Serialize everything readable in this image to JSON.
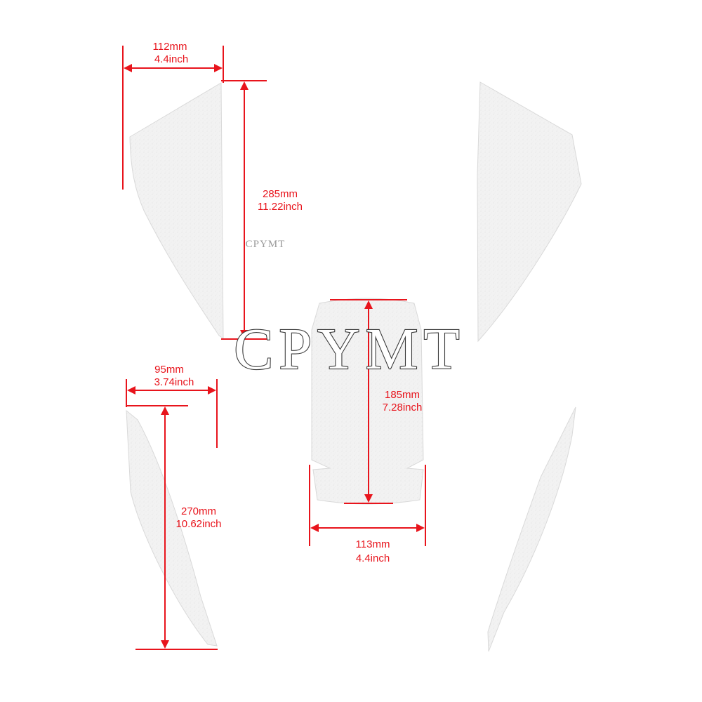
{
  "colors": {
    "dimension": "#e8141c",
    "pad_fill": "#f1f1f1",
    "pad_edge": "#d9d9d9",
    "watermark": "#3a3a3a",
    "background": "#ffffff"
  },
  "watermark": {
    "small": "CPYMT",
    "large": "CPYMT"
  },
  "dimensions": {
    "top_left_width": {
      "mm": "112mm",
      "inch": "4.4inch"
    },
    "top_left_height": {
      "mm": "285mm",
      "inch": "11.22inch"
    },
    "bottom_left_width": {
      "mm": "95mm",
      "inch": "3.74inch"
    },
    "bottom_left_height": {
      "mm": "270mm",
      "inch": "10.62inch"
    },
    "center_height": {
      "mm": "185mm",
      "inch": "7.28inch"
    },
    "center_width": {
      "mm": "113mm",
      "inch": "4.4inch"
    }
  },
  "pads": [
    "top-left-side-pad",
    "top-right-side-pad",
    "center-tank-pad",
    "bottom-left-knee-pad",
    "bottom-right-knee-pad"
  ]
}
